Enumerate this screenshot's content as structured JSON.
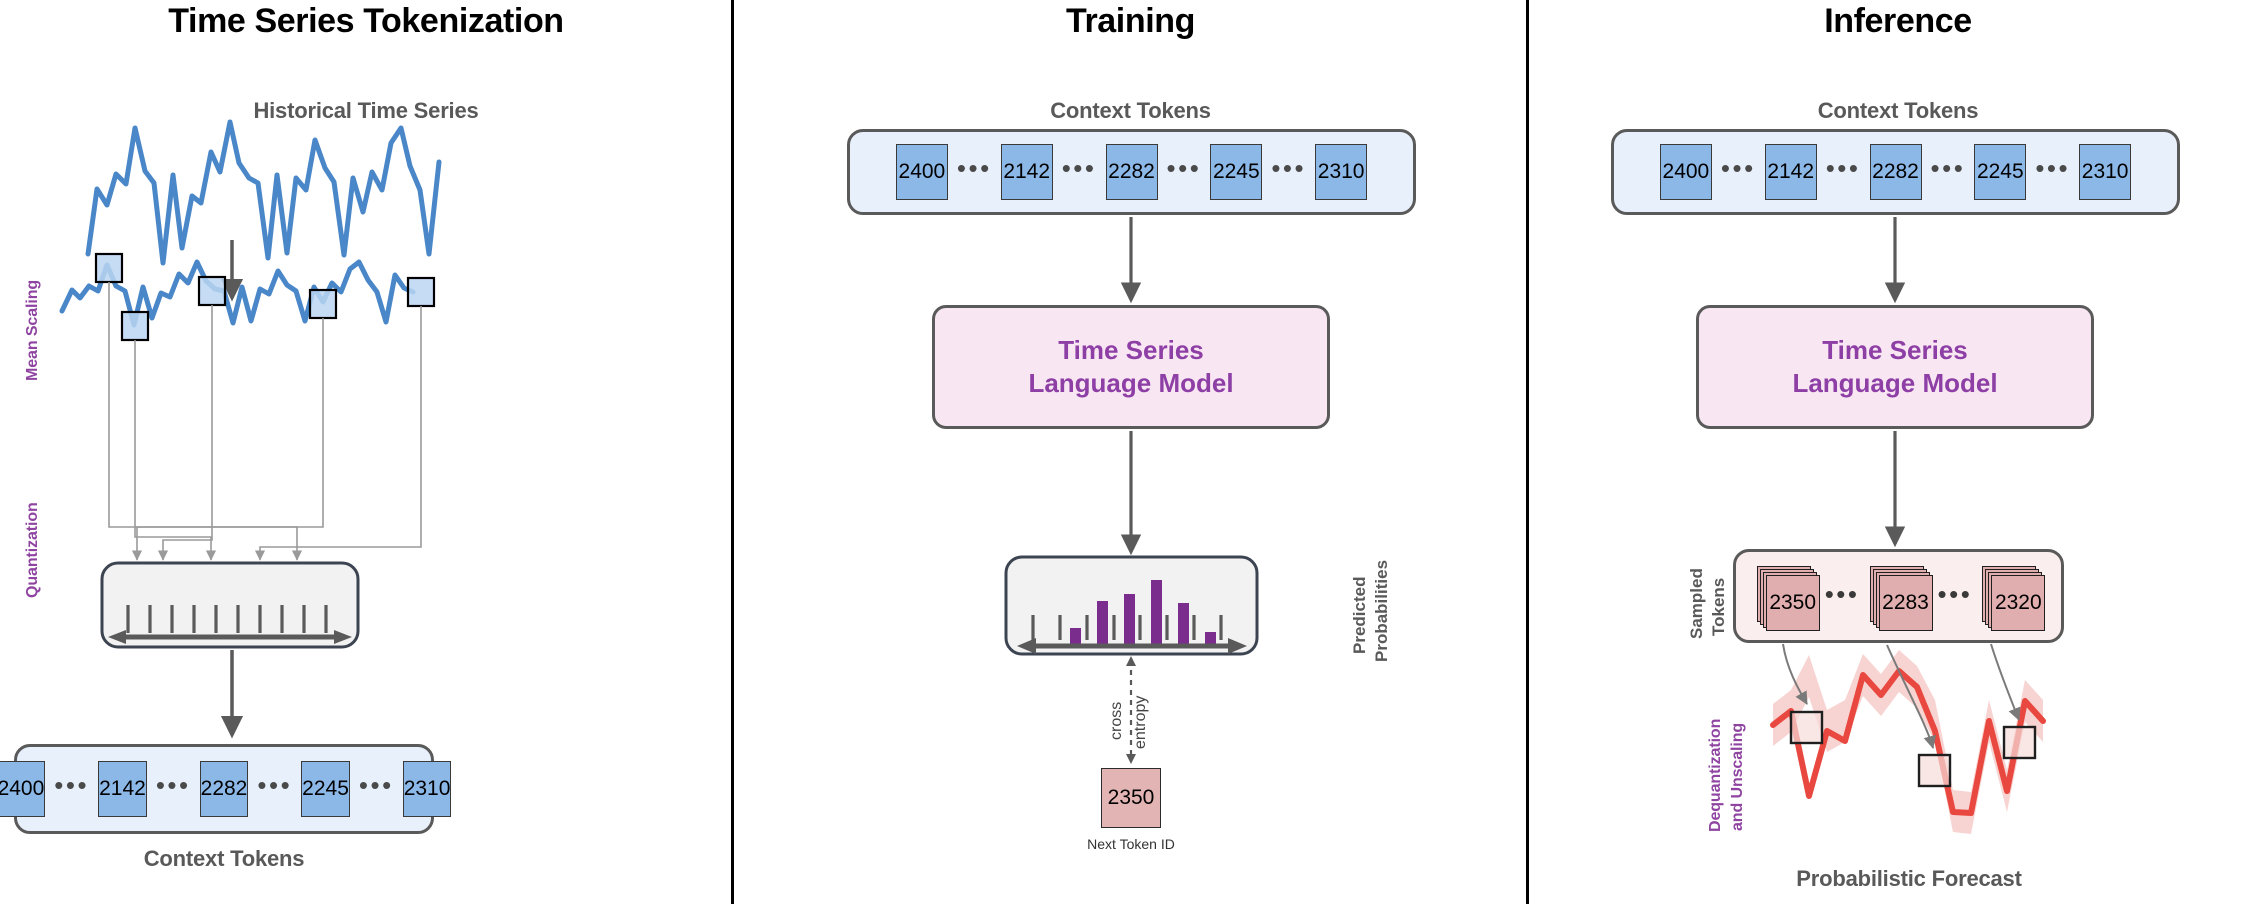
{
  "figure": {
    "title_left": "Time Series Tokenization",
    "title_middle": "Training",
    "title_right": "Inference",
    "colors": {
      "series_blue": "#4A87C8",
      "token_blue": "#8CB8E8",
      "token_container": "#E7F0FB",
      "model_pink": "#F8E7F2",
      "model_text_purple": "#8E3FA6",
      "axis_label_purple": "#8E44A0",
      "histogram_purple": "#7B2D8E",
      "forecast_red": "#E8483F",
      "sampled_token_red": "#E0AEAE",
      "gray_label": "#595959",
      "outline_gray": "#5A5A5A"
    }
  },
  "tokenization": {
    "title": "Time Series Tokenization",
    "series_label": "Historical Time Series",
    "axis_label_mean_scaling": "Mean Scaling",
    "axis_label_quantization": "Quantization",
    "context_label": "Context Tokens",
    "tokens": [
      "2400",
      "2142",
      "2282",
      "2245",
      "2310"
    ],
    "token_separator": "•••"
  },
  "training": {
    "title": "Training",
    "context_label": "Context Tokens",
    "tokens": [
      "2400",
      "2142",
      "2282",
      "2245",
      "2310"
    ],
    "token_separator": "•••",
    "model_line1": "Time Series",
    "model_line2": "Language Model",
    "probabilities_label": "Predicted\nProbabilities",
    "probabilities_label_line1": "Predicted",
    "probabilities_label_line2": "Probabilities",
    "loss_label_line1": "cross",
    "loss_label_line2": "entropy",
    "next_token_value": "2350",
    "next_token_caption": "Next Token ID"
  },
  "inference": {
    "title": "Inference",
    "context_label": "Context Tokens",
    "tokens": [
      "2400",
      "2142",
      "2282",
      "2245",
      "2310"
    ],
    "token_separator": "•••",
    "model_line1": "Time Series",
    "model_line2": "Language Model",
    "sampled_label_line1": "Sampled",
    "sampled_label_line2": "Tokens",
    "sampled_tokens": [
      "2350",
      "2283",
      "2320"
    ],
    "dequant_label_line1": "Dequantization",
    "dequant_label_line2": "and Unscaling",
    "forecast_label": "Probabilistic Forecast"
  },
  "chart_data": [
    {
      "type": "line",
      "name": "historical-time-series",
      "title": "Historical Time Series",
      "xlabel": "",
      "ylabel": "",
      "y": [
        0.18,
        0.62,
        0.52,
        0.72,
        0.66,
        0.92,
        0.58,
        0.5,
        0.05,
        0.62,
        0.2,
        0.46,
        0.4,
        0.78,
        0.66,
        0.95,
        0.7,
        0.6,
        0.56,
        0.08,
        0.62,
        0.16,
        0.6,
        0.52,
        0.88,
        0.7,
        0.58,
        0.1,
        0.6,
        0.4,
        0.64,
        0.52,
        0.86,
        0.96,
        0.72,
        0.52,
        0.1,
        0.64
      ]
    },
    {
      "type": "line",
      "name": "mean-scaled-series",
      "title": "Mean Scaled Series",
      "xlabel": "",
      "ylabel": "",
      "y": [
        0.18,
        0.62,
        0.52,
        0.72,
        0.66,
        0.92,
        0.58,
        0.5,
        0.05,
        0.62,
        0.2,
        0.46,
        0.4,
        0.78,
        0.66,
        0.95,
        0.7,
        0.6,
        0.56,
        0.08,
        0.62,
        0.16,
        0.6,
        0.52,
        0.88,
        0.7,
        0.58,
        0.1,
        0.6,
        0.4,
        0.64,
        0.52,
        0.86,
        0.96,
        0.72,
        0.52,
        0.1,
        0.64
      ],
      "highlighted_points": [
        5,
        8,
        19,
        27,
        36
      ]
    },
    {
      "type": "bar",
      "name": "predicted-probabilities",
      "title": "Predicted Probabilities",
      "xlabel": "",
      "ylabel": "",
      "categories": [
        "b1",
        "b2",
        "b3",
        "b4",
        "b5",
        "b6",
        "b7",
        "b8",
        "b9",
        "b10",
        "b11",
        "b12",
        "b13",
        "b14",
        "b15"
      ],
      "values": [
        0,
        0,
        0,
        0.14,
        0,
        0.52,
        0,
        0.63,
        0,
        0.85,
        0,
        0.46,
        0,
        0.1,
        0
      ],
      "ylim": [
        0,
        1.0
      ],
      "note": "purple bars interleaved between 15 neutral tick marks on a bi-directional axis"
    },
    {
      "type": "line",
      "name": "probabilistic-forecast",
      "title": "Probabilistic Forecast",
      "xlabel": "",
      "ylabel": "",
      "y": [
        0.68,
        0.55,
        0.18,
        0.6,
        0.5,
        0.88,
        0.72,
        0.9,
        0.74,
        0.56,
        0.04,
        0.05,
        0.7,
        0.28,
        0.72,
        0.6
      ],
      "has_uncertainty_band": true,
      "marked_points": [
        0,
        10,
        14
      ]
    }
  ]
}
